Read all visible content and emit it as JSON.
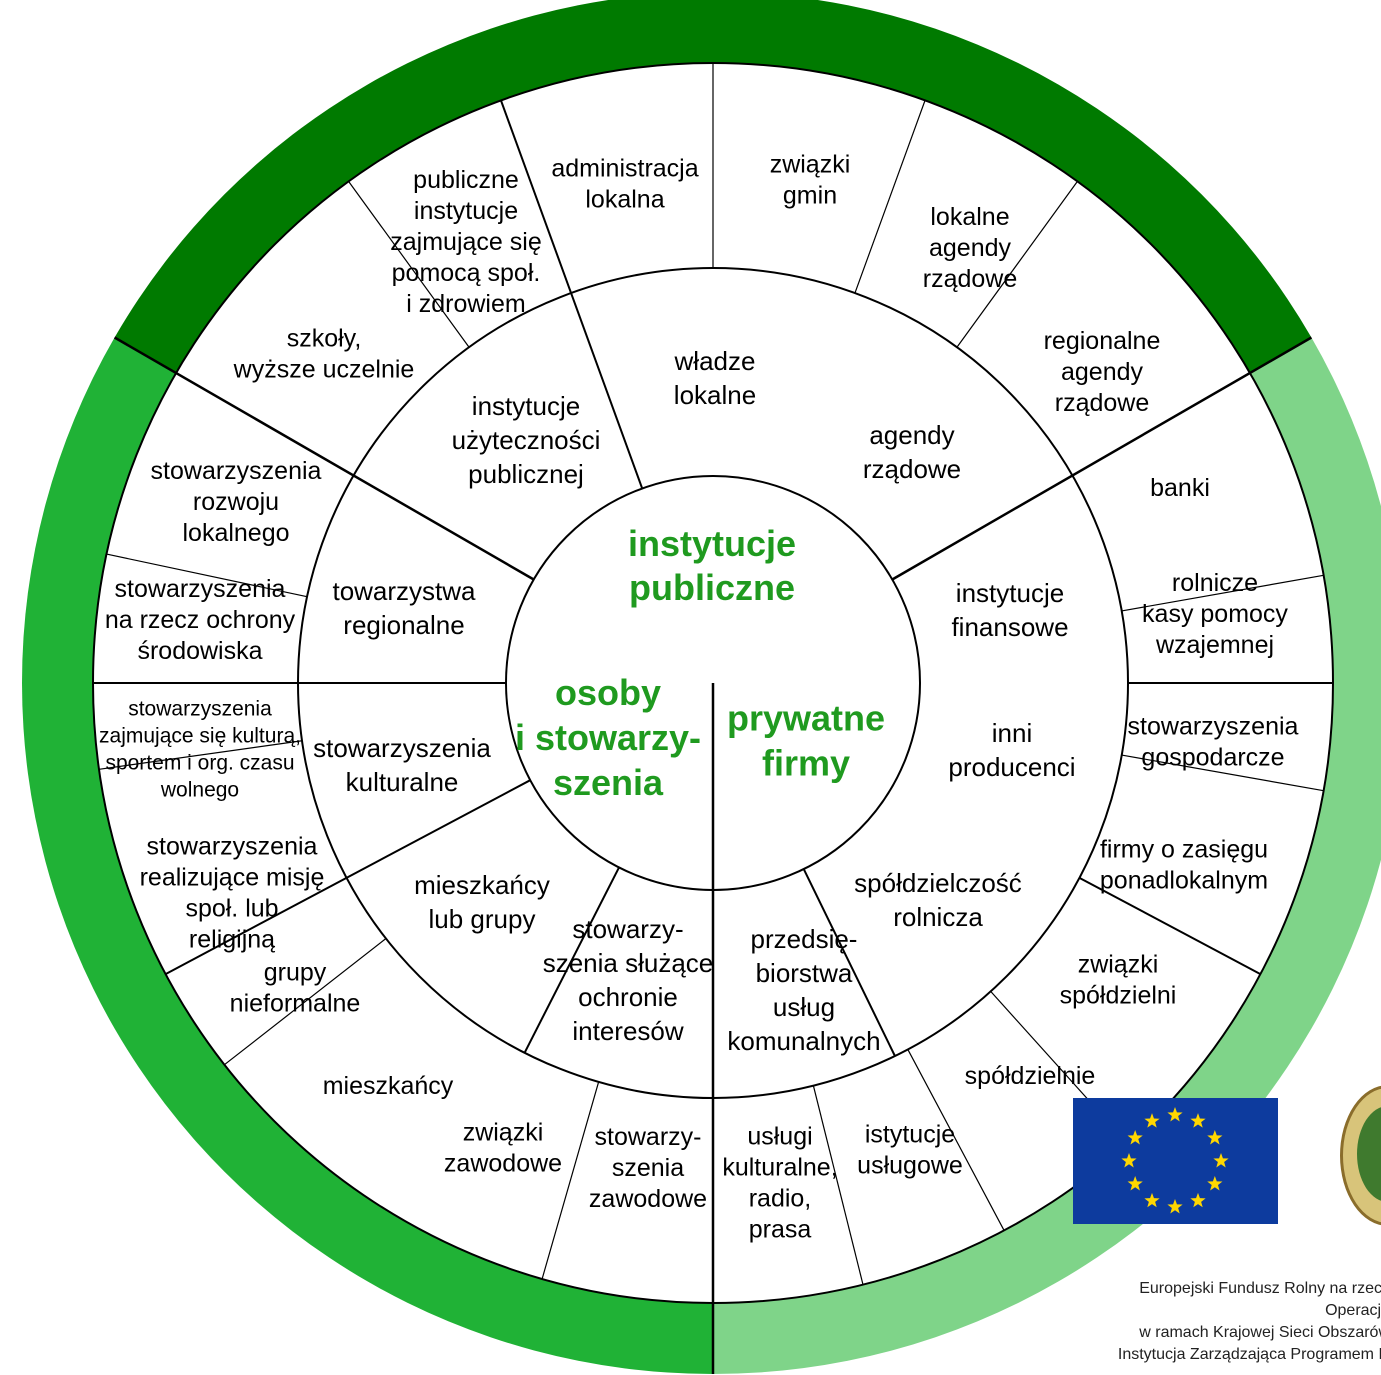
{
  "colors": {
    "ring_public": "#007a00",
    "ring_people": "#20b236",
    "ring_private": "#7fd489",
    "core_text": "#1f9a1f",
    "eu_blue": "#0d3b9e",
    "eu_star": "#ffd700"
  },
  "core": {
    "public": [
      "instytucje",
      "publiczne"
    ],
    "people": [
      "osoby",
      "i stowarzy-",
      "szenia"
    ],
    "private": [
      "prywatne",
      "firmy"
    ]
  },
  "middle": [
    {
      "id": "wladze-lokalne",
      "lines": [
        "władze",
        "lokalne"
      ]
    },
    {
      "id": "agendy-rzadowe",
      "lines": [
        "agendy",
        "rządowe"
      ]
    },
    {
      "id": "instytucje-finansowe",
      "lines": [
        "instytucje",
        "finansowe"
      ]
    },
    {
      "id": "inni-producenci",
      "lines": [
        "inni",
        "producenci"
      ]
    },
    {
      "id": "spoldzielczosc-rolnicza",
      "lines": [
        "spółdzielczość",
        "rolnicza"
      ]
    },
    {
      "id": "przedsiebiorstwa-uslug",
      "lines": [
        "przedsię-",
        "biorstwa",
        "usług",
        "komunalnych"
      ]
    },
    {
      "id": "stowarzyszenia-ochrona-interesow",
      "lines": [
        "stowarzy-",
        "szenia służące",
        "ochronie",
        "interesów"
      ]
    },
    {
      "id": "mieszkancy-lub-grupy",
      "lines": [
        "mieszkańcy",
        "lub grupy"
      ]
    },
    {
      "id": "stowarzyszenia-kulturalne",
      "lines": [
        "stowarzyszenia",
        "kulturalne"
      ]
    },
    {
      "id": "towarzystwa-regionalne",
      "lines": [
        "towarzystwa",
        "regionalne"
      ]
    },
    {
      "id": "instytucje-uzytecznosci",
      "lines": [
        "instytucje",
        "użyteczności",
        "publicznej"
      ]
    }
  ],
  "outer": [
    {
      "id": "zwiazki-gmin",
      "lines": [
        "związki",
        "gmin"
      ]
    },
    {
      "id": "lokalne-agendy",
      "lines": [
        "lokalne",
        "agendy",
        "rządowe"
      ]
    },
    {
      "id": "regionalne-agendy",
      "lines": [
        "regionalne",
        "agendy",
        "rządowe"
      ]
    },
    {
      "id": "banki",
      "lines": [
        "banki"
      ]
    },
    {
      "id": "rolnicze-kasy",
      "lines": [
        "rolnicze",
        "kasy pomocy",
        "wzajemnej"
      ]
    },
    {
      "id": "stowarzyszenia-gospodarcze",
      "lines": [
        "stowarzyszenia",
        "gospodarcze"
      ]
    },
    {
      "id": "firmy-ponadlokalne",
      "lines": [
        "firmy o zasięgu",
        "ponadlokalnym"
      ]
    },
    {
      "id": "zwiazki-spoldzielni",
      "lines": [
        "związki",
        "spółdzielni"
      ]
    },
    {
      "id": "spoldzielnie",
      "lines": [
        "spółdzielnie"
      ]
    },
    {
      "id": "istytucje-uslugowe",
      "lines": [
        "istytucje",
        "usługowe"
      ]
    },
    {
      "id": "uslugi-kulturalne",
      "lines": [
        "usługi",
        "kulturalne,",
        "radio,",
        "prasa"
      ]
    },
    {
      "id": "stowarzyszenia-zawodowe",
      "lines": [
        "stowarzy-",
        "szenia",
        "zawodowe"
      ]
    },
    {
      "id": "zwiazki-zawodowe",
      "lines": [
        "związki",
        "zawodowe"
      ]
    },
    {
      "id": "mieszkancy",
      "lines": [
        "mieszkańcy"
      ]
    },
    {
      "id": "grupy-nieformalne",
      "lines": [
        "grupy",
        "nieformalne"
      ]
    },
    {
      "id": "stowarzyszenia-misja",
      "lines": [
        "stowarzyszenia",
        "realizujące misję",
        "społ. lub",
        "religijną"
      ]
    },
    {
      "id": "stowarzyszenia-kultura-sport",
      "lines": [
        "stowarzyszenia",
        "zajmujące się kulturą,",
        "sportem i org. czasu",
        "wolnego"
      ]
    },
    {
      "id": "stowarzyszenia-srodowisko",
      "lines": [
        "stowarzyszenia",
        "na rzecz ochrony",
        "środowiska"
      ]
    },
    {
      "id": "stowarzyszenia-rozwoju",
      "lines": [
        "stowarzyszenia",
        "rozwoju",
        "lokalnego"
      ]
    },
    {
      "id": "szkoly",
      "lines": [
        "szkoły,",
        "wyższe uczelnie"
      ]
    },
    {
      "id": "publiczne-instytucje-pomoc",
      "lines": [
        "publiczne",
        "instytucje",
        "zajmujące się",
        "pomocą społ.",
        "i zdrowiem"
      ]
    },
    {
      "id": "administracja-lokalna",
      "lines": [
        "administracja",
        "lokalna"
      ]
    }
  ],
  "footer": {
    "lines": [
      "Europejski Fundusz Rolny na rzecz",
      "Operacja",
      "w ramach Krajowej Sieci Obszarów",
      "Instytucja Zarządzająca Programem R"
    ]
  },
  "eu_flag": {
    "stars": 12,
    "label": "eu-flag"
  }
}
